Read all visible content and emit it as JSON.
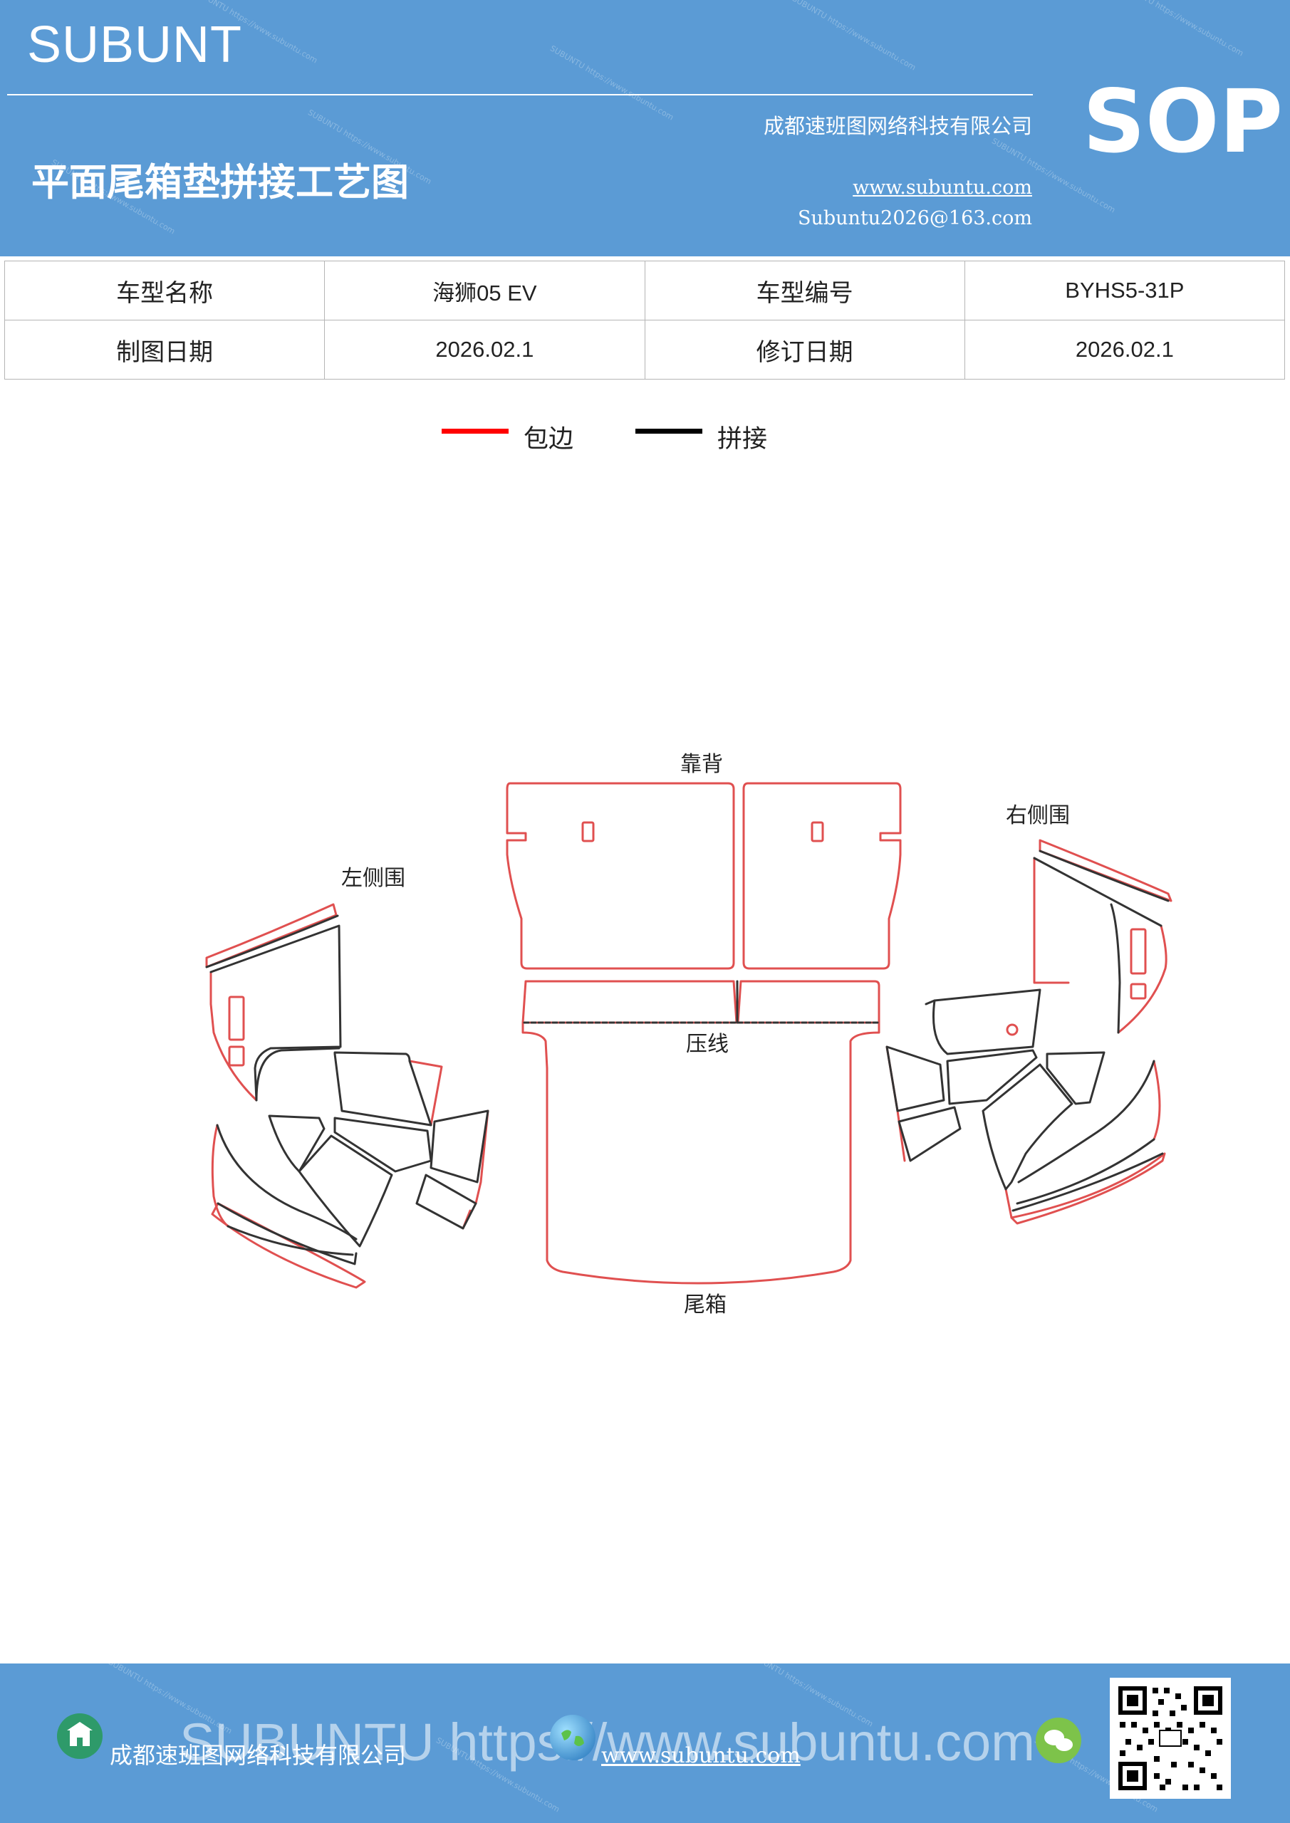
{
  "header": {
    "brand": "SUBUNT",
    "sop": "SOP",
    "company": "成都速班图网络科技有限公司",
    "title": "平面尾箱垫拼接工艺图",
    "website": "www.subuntu.com",
    "email": "Subuntu2026@163.com"
  },
  "info_table": {
    "rows": [
      [
        {
          "label": "车型名称",
          "value": "海狮05  EV"
        },
        {
          "label": "车型编号",
          "value": "BYHS5-31P"
        }
      ],
      [
        {
          "label": "制图日期",
          "value": "2026.02.1"
        },
        {
          "label": "修订日期",
          "value": "2026.02.1"
        }
      ]
    ]
  },
  "legend": [
    {
      "label": "包边",
      "color": "#ff0000"
    },
    {
      "label": "拼接",
      "color": "#000000"
    }
  ],
  "diagram": {
    "labels": {
      "backrest": "靠背",
      "right_side": "右侧围",
      "left_side": "左侧围",
      "crease": "压线",
      "trunk": "尾箱"
    },
    "edge_color": "#e05050",
    "seam_color": "#333333"
  },
  "footer": {
    "company": "成都速班图网络科技有限公司",
    "website": "www.subuntu.com",
    "watermark": "SUBUNTU https://www.subuntu.com"
  }
}
